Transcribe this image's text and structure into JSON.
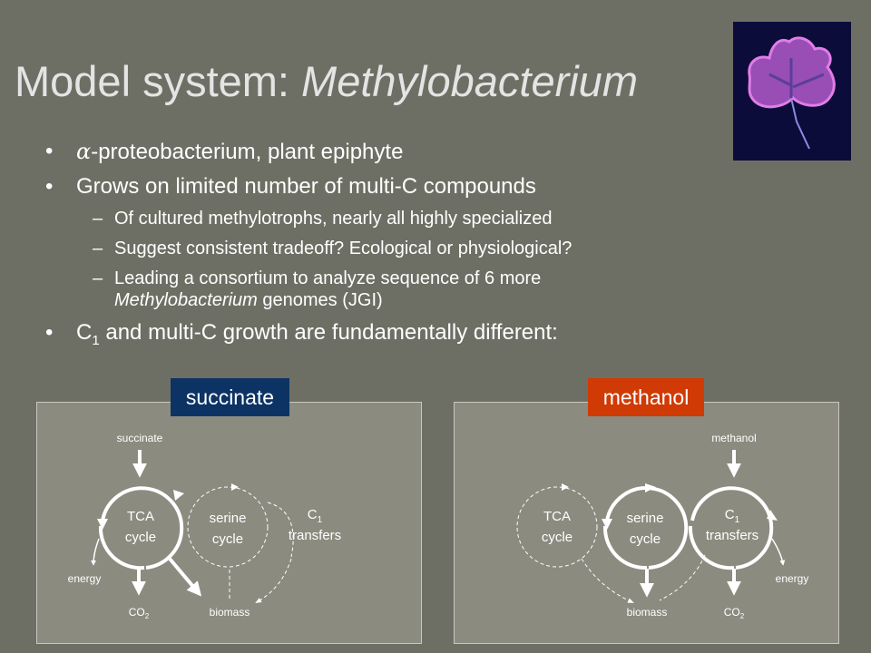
{
  "title": {
    "plain": "Model system: ",
    "italic": "Methylobacterium"
  },
  "bullets": {
    "b1_alpha": "α",
    "b1_text": "-proteobacterium, plant epiphyte",
    "b2": "Grows on limited number of multi-C compounds",
    "sub1": "Of cultured methylotrophs, nearly all highly specialized",
    "sub2": "Suggest consistent tradeoff?  Ecological or physiological?",
    "sub3_a": "Leading a consortium to analyze sequence of 6 more",
    "sub3_italic": "Methylobacterium",
    "sub3_b": " genomes (JGI)",
    "b3_pre": "C",
    "b3_sub": "1",
    "b3_post": " and multi-C growth are fundamentally different:",
    "dash": "–",
    "bullet": "•"
  },
  "left_diagram": {
    "tag": "succinate",
    "tag_color": "#0d3364",
    "input": "succinate",
    "cycle1_line1": "TCA",
    "cycle1_line2": "cycle",
    "cycle2_line1": "serine",
    "cycle2_line2": "cycle",
    "c1_pre": "C",
    "c1_sub": "1",
    "c1_line2": "transfers",
    "energy": "energy",
    "co2_pre": "CO",
    "co2_sub": "2",
    "biomass": "biomass"
  },
  "right_diagram": {
    "tag": "methanol",
    "tag_color": "#d03a05",
    "input": "methanol",
    "cycle1_line1": "TCA",
    "cycle1_line2": "cycle",
    "cycle2_line1": "serine",
    "cycle2_line2": "cycle",
    "c1_pre": "C",
    "c1_sub": "1",
    "c1_line2": "transfers",
    "energy": "energy",
    "co2_pre": "CO",
    "co2_sub": "2",
    "biomass": "biomass"
  }
}
